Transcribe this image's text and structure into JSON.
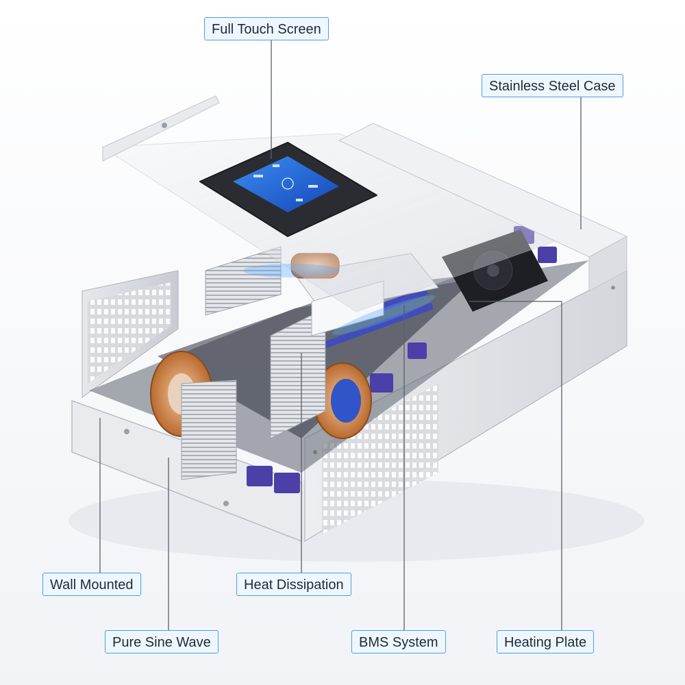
{
  "callouts": {
    "full_touch_screen": "Full Touch Screen",
    "stainless_steel_case": "Stainless Steel Case",
    "wall_mounted": "Wall Mounted",
    "heat_dissipation": "Heat Dissipation",
    "pure_sine_wave": "Pure Sine Wave",
    "bms_system": "BMS System",
    "heating_plate": "Heating Plate"
  },
  "colors": {
    "label_border": "#4a9fe4",
    "label_fill": "#eef7ff",
    "leader_line": "#555555",
    "case_metal": "#d9dbe0",
    "screen_blue": "#1e5fd0",
    "component_purple": "#4b3fa8",
    "copper_coil": "#d48a4e"
  }
}
